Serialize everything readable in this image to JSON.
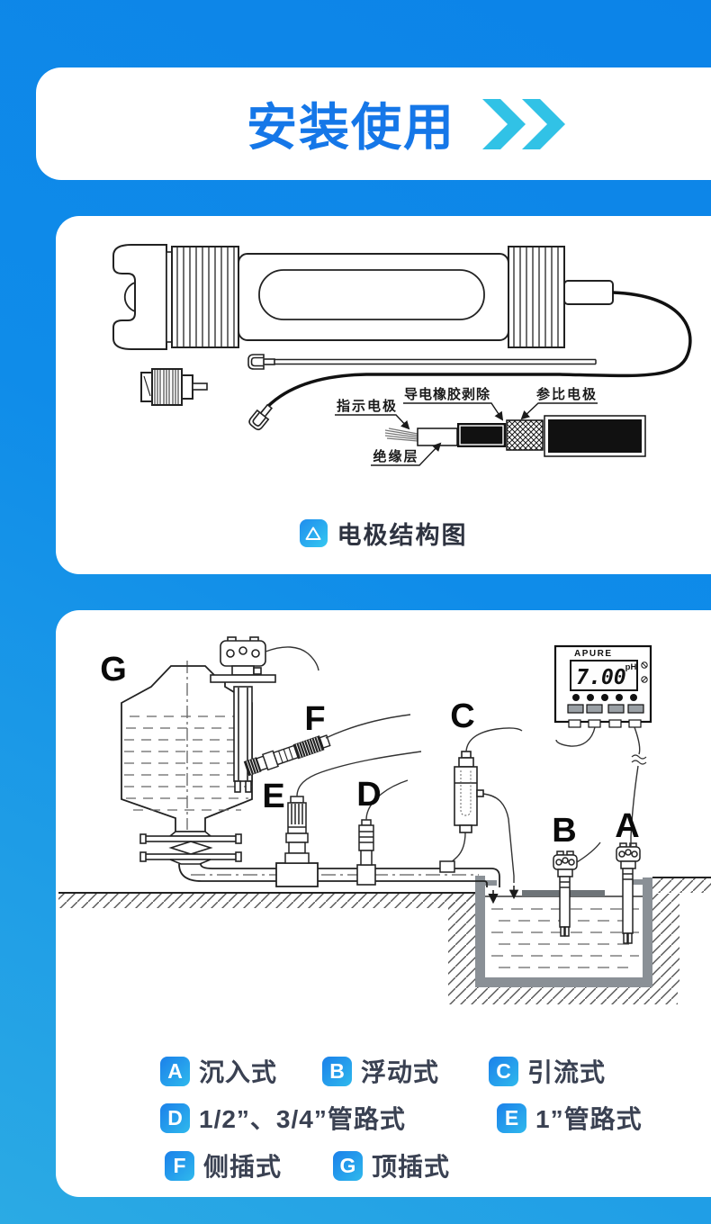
{
  "header": {
    "title": "安装使用"
  },
  "card1": {
    "labels": {
      "indicator": "指示电极",
      "rubber_strip": "导电橡胶剥除",
      "reference": "参比电极",
      "insulation": "绝缘层"
    },
    "caption": "电极结构图"
  },
  "card2": {
    "meter": {
      "brand": "APURE",
      "reading": "7.00",
      "unit": "pH"
    },
    "markers": {
      "a": "A",
      "b": "B",
      "c": "C",
      "d": "D",
      "e": "E",
      "f": "F",
      "g": "G"
    },
    "legend": [
      {
        "key": "A",
        "label": "沉入式"
      },
      {
        "key": "B",
        "label": "浮动式"
      },
      {
        "key": "C",
        "label": "引流式"
      },
      {
        "key": "D",
        "label": "1/2”、3/4”管路式"
      },
      {
        "key": "E",
        "label": "1”管路式"
      },
      {
        "key": "F",
        "label": "侧插式"
      },
      {
        "key": "G",
        "label": "顶插式"
      }
    ]
  },
  "colors": {
    "background_top": "#0c83e8",
    "background_bottom": "#2baae4",
    "title_blue": "#1577e8",
    "chevron_cyan": "#31c2e6",
    "badge_gradient_start": "#1b80ea",
    "badge_gradient_end": "#2fb9ed",
    "legend_text": "#3a4152",
    "line_art": "#1a1a1a"
  }
}
